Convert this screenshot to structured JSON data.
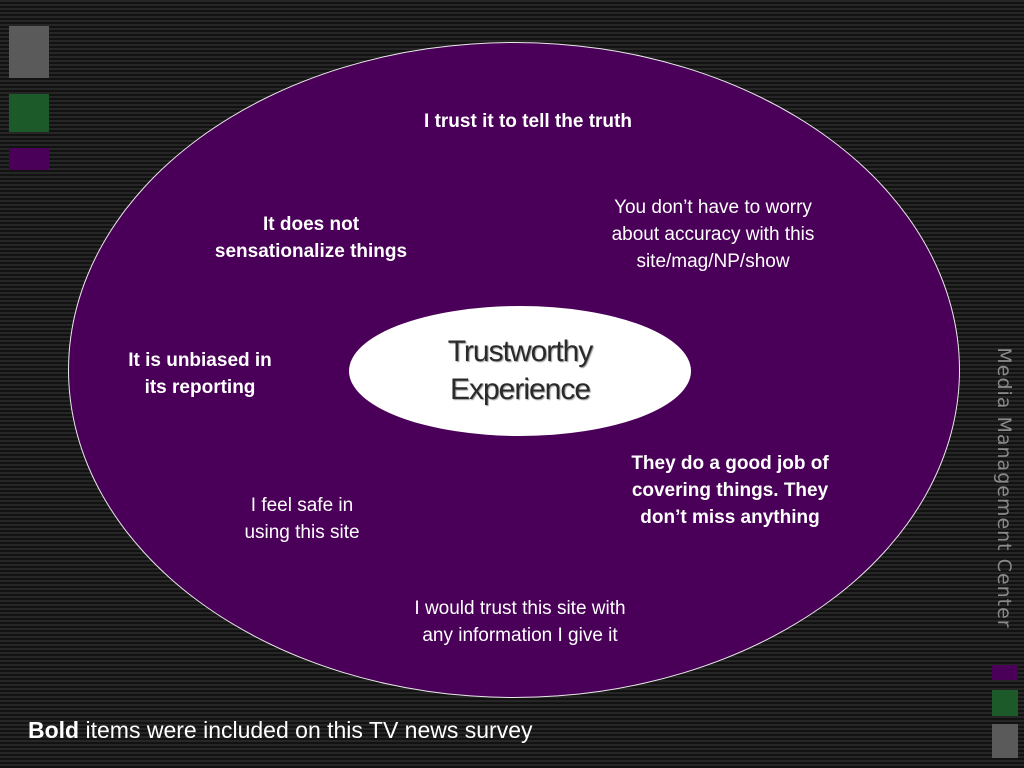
{
  "colors": {
    "background": "#1c1c1c",
    "oval_fill": "#4a0058",
    "oval_border": "#e8e8e8",
    "center_fill": "#ffffff",
    "square_gray": "#5a5a5a",
    "square_green": "#1c5a2a",
    "square_purple": "#4a0058"
  },
  "diagram": {
    "center_label": [
      "Trustworthy",
      "Experience"
    ],
    "items": [
      {
        "text": [
          "I trust it to tell the truth"
        ],
        "bold": true
      },
      {
        "text": [
          "It does not",
          "sensationalize things"
        ],
        "bold": true
      },
      {
        "text": [
          "You don’t have to worry",
          "about accuracy with this",
          "site/mag/NP/show"
        ],
        "bold": false
      },
      {
        "text": [
          "It is unbiased in",
          "its reporting"
        ],
        "bold": true
      },
      {
        "text": [
          "They do a good job of",
          "covering things.  They",
          "don’t miss anything"
        ],
        "bold": true
      },
      {
        "text": [
          "I feel safe in",
          "using this site"
        ],
        "bold": false
      },
      {
        "text": [
          "I would trust this site with",
          "any information I give it"
        ],
        "bold": false
      }
    ]
  },
  "footer": {
    "bold_part": "Bold",
    "rest": " items were included on this TV news survey"
  },
  "side_label": "Media Management Center"
}
